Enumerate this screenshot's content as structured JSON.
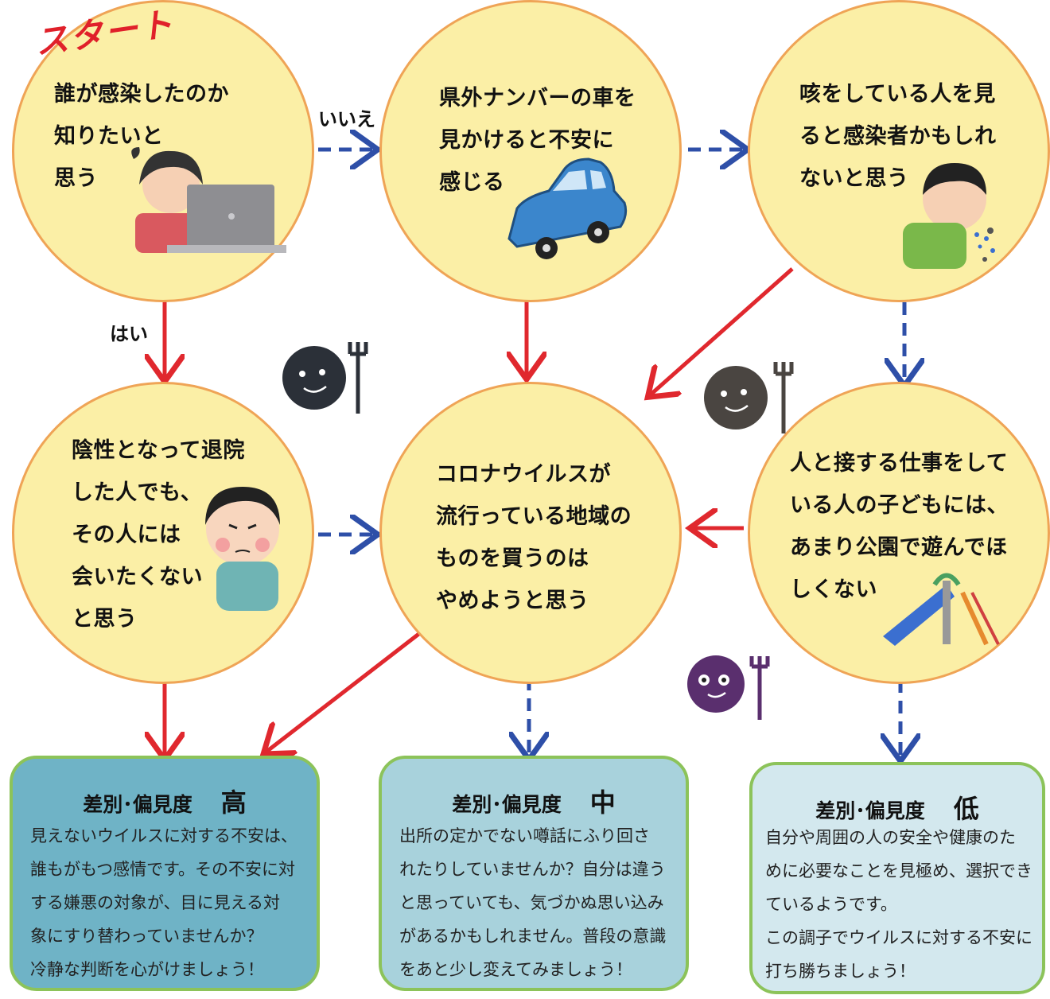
{
  "start_label": "スタート",
  "edges": {
    "yes": "はい",
    "no": "いいえ"
  },
  "nodes": {
    "q1": "誰が感染したのか\n知りたいと\n思う",
    "q2": "県外ナンバーの車を\n見かけると不安に\n感じる",
    "q3": "咳をしている人を見\nると感染者かもしれ\nないと思う",
    "q4": "陰性となって退院\nした人でも、\nその人には\n会いたくない\nと思う",
    "q5": "コロナウイルスが\n流行っている地域の\nものを買うのは\nやめようと思う",
    "q6": "人と接する仕事をして\nいる人の子どもには、\nあまり公園で遊んでほ\nしくない"
  },
  "results": {
    "high": {
      "title": "差別･偏見度",
      "level": "高",
      "body": "見えないウイルスに対する不安は、\n誰もがもつ感情です。その不安に対\nする嫌悪の対象が、目に見える対\n象にすり替わっていませんか？\n冷静な判断を心がけましょう！"
    },
    "mid": {
      "title": "差別･偏見度",
      "level": "中",
      "body": "出所の定かでない噂話にふり回さ\nれたりしていませんか？自分は違う\nと思っていても、気づかぬ思い込み\nがあるかもしれません。普段の意識\nをあと少し変えてみましょう！"
    },
    "low": {
      "title": "差別･偏見度",
      "level": "低",
      "body": "自分や周囲の人の安全や健康のた\nめに必要なことを見極め、選択でき\nているようです。\nこの調子でウイルスに対する不安に\n打ち勝ちましょう！"
    }
  },
  "colors": {
    "circle_fill": "#fbefa6",
    "circle_border": "#efa456",
    "yes_arrow": "#e0282e",
    "no_arrow": "#2e4fa8",
    "high_box": "#6fb3c6",
    "mid_box": "#a8d2dc",
    "low_box": "#d3e8ee",
    "box_border": "#8cc35a"
  },
  "illustrations": [
    "laptop-person-icon",
    "blue-car-icon",
    "coughing-person-icon",
    "frowning-person-icon",
    "slide-icon",
    "virus-icon"
  ]
}
